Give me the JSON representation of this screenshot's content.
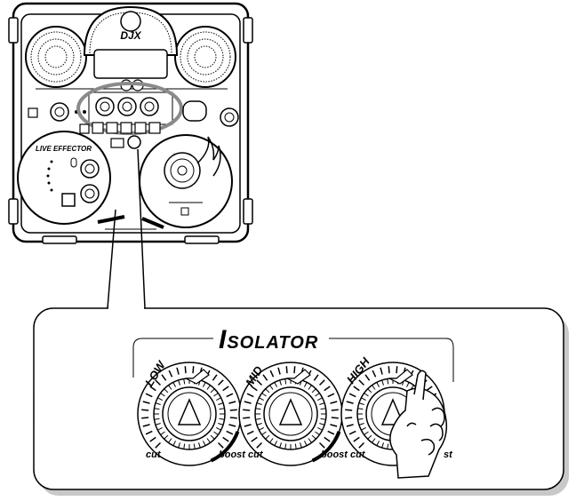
{
  "isolator": {
    "title_initial": "I",
    "title_rest": "SOLATOR",
    "knobs": [
      {
        "band": "LOW",
        "min_label": "cut",
        "max_label": "boost"
      },
      {
        "band": "MID",
        "min_label": "cut",
        "max_label": "boost"
      },
      {
        "band": "HIGH",
        "min_label": "cut",
        "max_label": "st"
      }
    ]
  },
  "device": {
    "logo_text": "DJX",
    "live_effector_label": "LIVE EFFECTOR"
  },
  "colors": {
    "line": "#000000",
    "panel_fill": "#ffffff",
    "shadow": "#c8c8c8",
    "highlight_ring": "#8a8a8a"
  },
  "icons": [
    "pointing-hand-icon",
    "flame-icon",
    "cd-icon"
  ]
}
